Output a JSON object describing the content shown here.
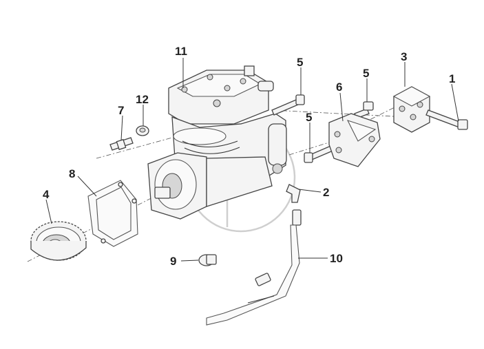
{
  "callouts": {
    "c1": "1",
    "c2": "2",
    "c3": "3",
    "c4": "4",
    "c5a": "5",
    "c5b": "5",
    "c5c": "5",
    "c6": "6",
    "c7": "7",
    "c8": "8",
    "c9": "9",
    "c10": "10",
    "c11": "11",
    "c12": "12"
  }
}
